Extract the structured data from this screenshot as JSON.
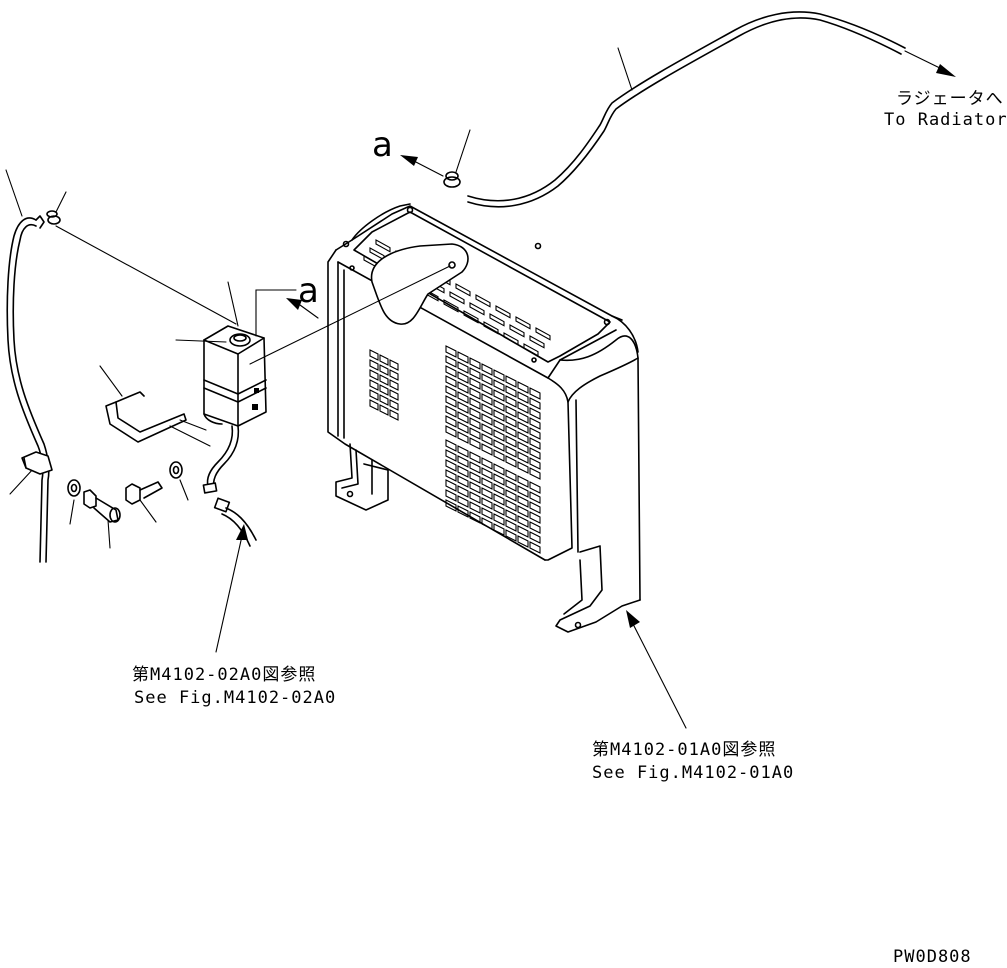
{
  "labels": {
    "to_radiator_jp": "ラジェータへ",
    "to_radiator_en": "To Radiator",
    "ref_a_top": "a",
    "ref_a_tank": "a",
    "fig1_jp": "第M4102-02A0図参照",
    "fig1_en": "See Fig.M4102-02A0",
    "fig2_jp": "第M4102-01A0図参照",
    "fig2_en": "See Fig.M4102-01A0",
    "drawing_code": "PW0D808"
  }
}
